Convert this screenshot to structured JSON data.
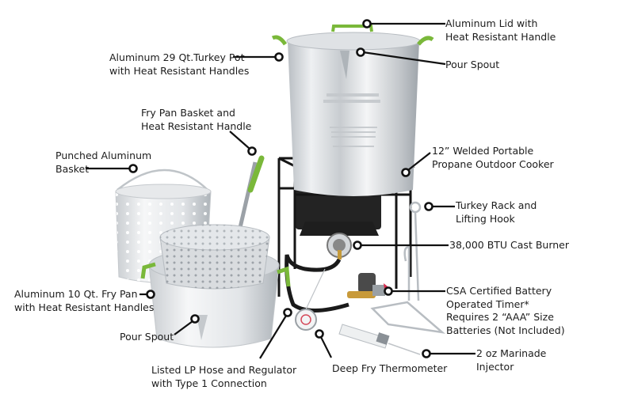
{
  "colors": {
    "background": "#ffffff",
    "accent_green": "#7ab83a",
    "aluminum": "#d9dcdf",
    "frame_black": "#1b1b1b",
    "callout_line": "#111111"
  },
  "product": {
    "name": "Turkey fryer kit diagram",
    "components": [
      "turkey-pot",
      "pot-lid",
      "fry-pan",
      "fry-pan-basket",
      "punched-basket",
      "outdoor-cooker-stand",
      "cast-burner",
      "lp-hose-regulator",
      "timer",
      "thermometer",
      "turkey-rack",
      "marinade-injector"
    ]
  },
  "callouts": {
    "lid": {
      "line1": "Aluminum Lid with",
      "line2": "Heat Resistant Handle"
    },
    "pot_spout": {
      "line1": "Pour Spout"
    },
    "turkey_pot": {
      "line1": "Aluminum 29 Qt.Turkey Pot",
      "line2": "with Heat Resistant Handles"
    },
    "fry_basket": {
      "line1": "Fry Pan Basket and",
      "line2": "Heat Resistant Handle"
    },
    "punched_basket": {
      "line1": "Punched Aluminum",
      "line2": "Basket"
    },
    "cooker": {
      "line1": "12” Welded Portable",
      "line2": "Propane Outdoor Cooker"
    },
    "turkey_rack": {
      "line1": "Turkey Rack and",
      "line2": "Lifting Hook"
    },
    "burner": {
      "line1": "38,000 BTU Cast Burner"
    },
    "timer": {
      "line1": "CSA Certified Battery",
      "line2": "Operated Timer*",
      "line3": "Requires 2 “AAA” Size",
      "line4": "Batteries (Not Included)"
    },
    "fry_pan": {
      "line1": "Aluminum 10 Qt. Fry Pan",
      "line2": "with Heat Resistant Handles"
    },
    "pan_spout": {
      "line1": "Pour Spout"
    },
    "hose": {
      "line1": "Listed LP Hose and Regulator",
      "line2": "with Type 1 Connection"
    },
    "thermometer": {
      "line1": "Deep Fry Thermometer"
    },
    "injector": {
      "line1": "2 oz Marinade",
      "line2": "Injector"
    }
  }
}
